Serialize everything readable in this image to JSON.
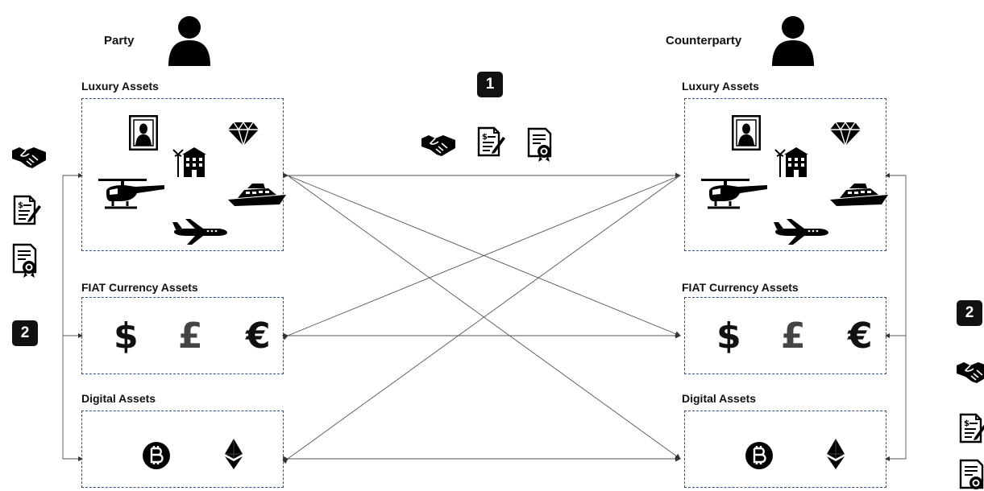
{
  "party": {
    "name": "Party"
  },
  "counterparty": {
    "name": "Counterparty"
  },
  "categories": {
    "luxury": "Luxury Assets",
    "fiat": "FIAT Currency Assets",
    "digital": "Digital Assets"
  },
  "currency_symbols": {
    "dollar": "$",
    "pound": "£",
    "euro": "€"
  },
  "steps": {
    "one": "1",
    "two": "2"
  },
  "icons": {
    "people": "person-icon",
    "agreement": [
      "handshake-icon",
      "contract-icon",
      "certificate-icon"
    ],
    "luxury": [
      "painting-icon",
      "diamond-icon",
      "building-icon",
      "helicopter-icon",
      "yacht-icon",
      "jet-icon"
    ],
    "digital": [
      "bitcoin-icon",
      "ethereum-icon"
    ]
  },
  "colors": {
    "box_border": "#2f4f8a",
    "badge": "#111111",
    "connector": "#333333"
  }
}
